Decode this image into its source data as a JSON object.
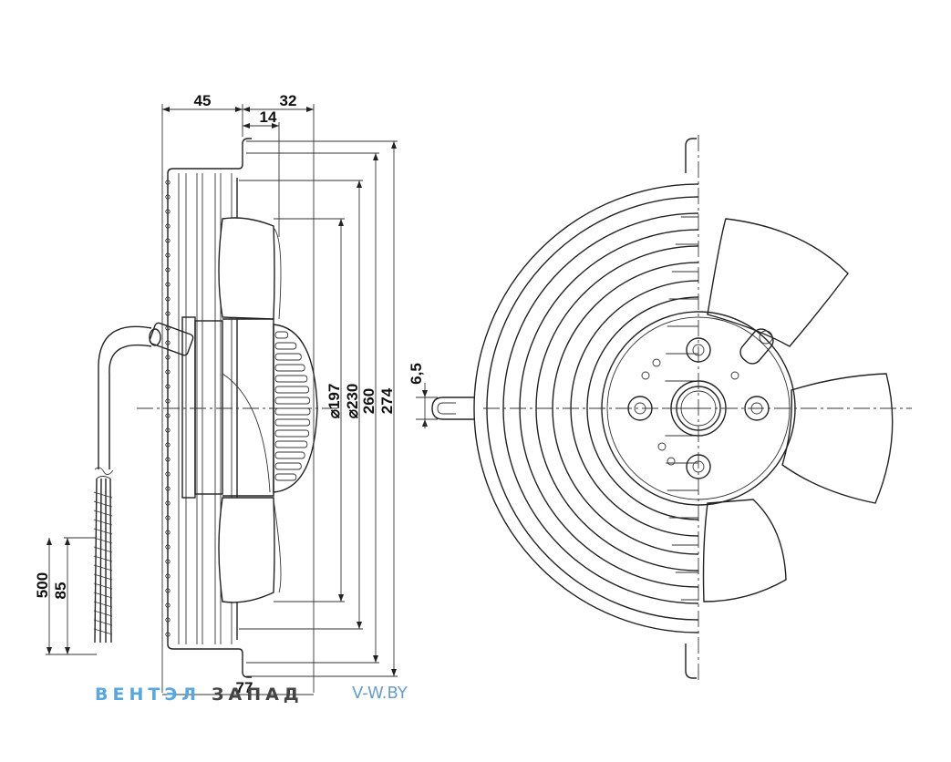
{
  "dimensions": {
    "depth_total": "45",
    "depth_front": "32",
    "depth_inner": "14",
    "dia_197": "⌀197",
    "dia_230": "⌀230",
    "dia_260": "260",
    "dia_274": "274",
    "slot": "6,5",
    "cable_500": "500",
    "cable_85": "85",
    "bottom_77": "77"
  },
  "brand": {
    "part1": "ВЕНТЭЛ",
    "part2": "ЗАПАД",
    "url": "V-W.BY"
  },
  "colors": {
    "brand_blue": "#5aa7dd",
    "brand_gray": "#444444",
    "line": "#222222"
  }
}
